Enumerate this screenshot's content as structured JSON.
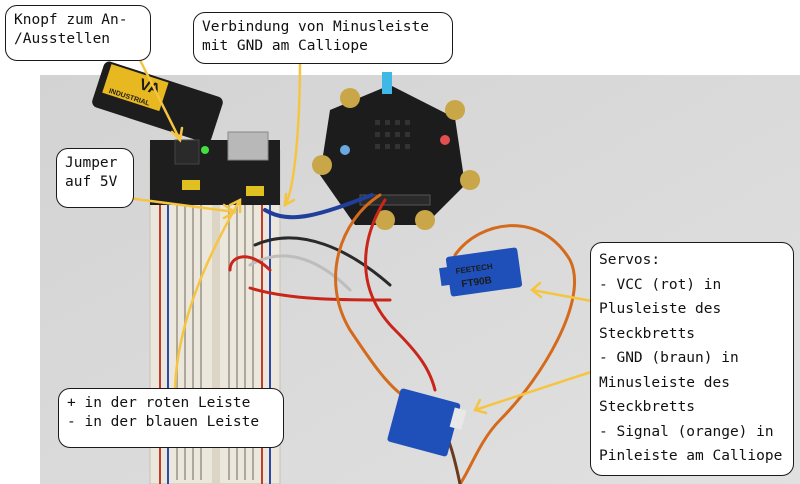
{
  "annotations": {
    "knopf": {
      "lines": [
        "Knopf zum An-",
        "/Ausstellen"
      ]
    },
    "verbindung": {
      "lines": [
        "Verbindung von Minusleiste",
        "mit GND am Calliope"
      ]
    },
    "jumper": {
      "lines": [
        "Jumper",
        "auf 5V"
      ]
    },
    "leisten": {
      "lines": [
        "+ in der roten Leiste",
        "- in der blauen Leiste"
      ]
    },
    "servos": {
      "lines": [
        "Servos:",
        "- VCC (rot) in",
        "Plusleiste des",
        "Steckbretts",
        "- GND (braun) in",
        "Minusleiste des",
        "Steckbretts",
        "- Signal (orange) in",
        "Pinleiste am Calliope"
      ]
    }
  },
  "photo_labels": {
    "battery_brand": "VA",
    "battery_type": "INDUSTRIAL",
    "servo_brand": "FEETECH",
    "servo_model": "FT90B"
  },
  "colors": {
    "arrow": "#f5c542",
    "wire_red": "#c8261a",
    "wire_blue": "#1f3f9a",
    "wire_orange": "#d46a1c",
    "wire_brown": "#6b3a1e",
    "servo_blue": "#1f4fb8",
    "board_black": "#1c1c1c"
  }
}
